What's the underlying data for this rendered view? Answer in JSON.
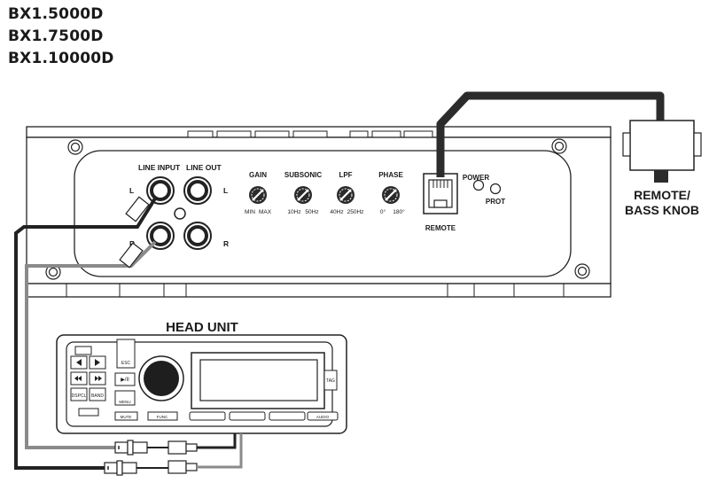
{
  "models": [
    "BX1.5000D",
    "BX1.7500D",
    "BX1.10000D"
  ],
  "amplifier": {
    "line_input": "LINE INPUT",
    "line_out": "LINE OUT",
    "left": "L",
    "right": "R",
    "gain": {
      "label": "GAIN",
      "min": "MIN",
      "max": "MAX"
    },
    "subsonic": {
      "label": "SUBSONIC",
      "min": "10Hz",
      "max": "50Hz"
    },
    "lpf": {
      "label": "LPF",
      "min": "40Hz",
      "max": "250Hz"
    },
    "phase": {
      "label": "PHASE",
      "min": "0°",
      "max": "180°"
    },
    "remote": "REMOTE",
    "power": "POWER",
    "prot": "PROT"
  },
  "remote_knob": {
    "line1": "REMOTE/",
    "line2": "BASS KNOB"
  },
  "head_unit": {
    "title": "HEAD UNIT",
    "buttons": {
      "esc": "ESC",
      "play_pause": "▶/II",
      "dspcl": "DSPCL",
      "band": "BAND",
      "menu": "MENU",
      "mute": "MUTE",
      "func": "FUNC",
      "tag": "TAG",
      "audio": "AUDIO"
    }
  }
}
